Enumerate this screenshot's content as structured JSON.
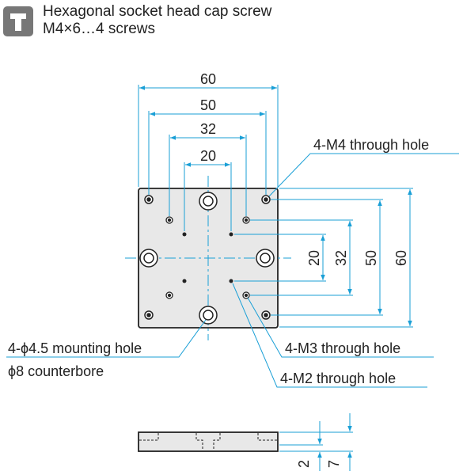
{
  "header": {
    "icon": "screw-info-icon",
    "title": "Hexagonal socket head cap screw",
    "subtitle": "M4×6…4 screws"
  },
  "dimensions": {
    "width_60": "60",
    "width_50": "50",
    "width_32": "32",
    "width_20": "20",
    "height_20": "20",
    "height_32": "32",
    "height_50": "50",
    "height_60": "60",
    "thickness_2": "2",
    "thickness_7": "7"
  },
  "callouts": {
    "m4": "4-M4 through hole",
    "m3": "4-M3 through hole",
    "m2": "4-M2 through hole",
    "mounting": "4-ϕ4.5 mounting hole",
    "counterbore": "ϕ8 counterbore"
  },
  "colors": {
    "dimension_line": "#1a9fd6",
    "plate_outline": "#222222",
    "plate_fill": "#e8e8e8",
    "icon_bg": "#777777"
  }
}
